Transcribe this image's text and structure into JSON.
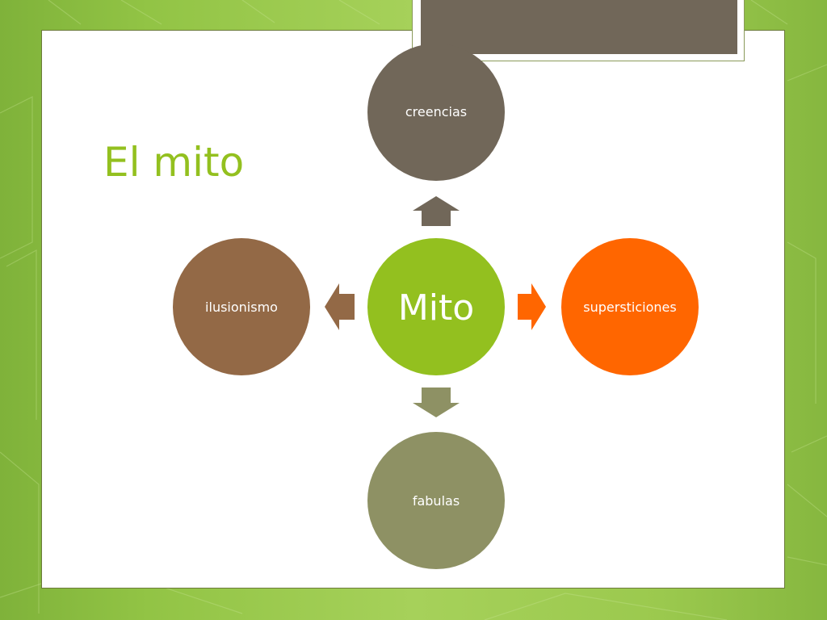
{
  "title": "El mito",
  "colors": {
    "accent": "#93c01f",
    "top_bar": "#716759"
  },
  "diagram": {
    "center": {
      "label": "Mito",
      "color": "#93c01f"
    },
    "nodes": [
      {
        "id": "top",
        "label": "creencias",
        "color": "#716759"
      },
      {
        "id": "right",
        "label": "supersticiones",
        "color": "#ff6600"
      },
      {
        "id": "bottom",
        "label": "fabulas",
        "color": "#8e9164"
      },
      {
        "id": "left",
        "label": "ilusionismo",
        "color": "#936946"
      }
    ],
    "arrow_colors": {
      "up": "#716759",
      "right": "#ff6600",
      "down": "#8e9164",
      "left": "#936946"
    }
  }
}
